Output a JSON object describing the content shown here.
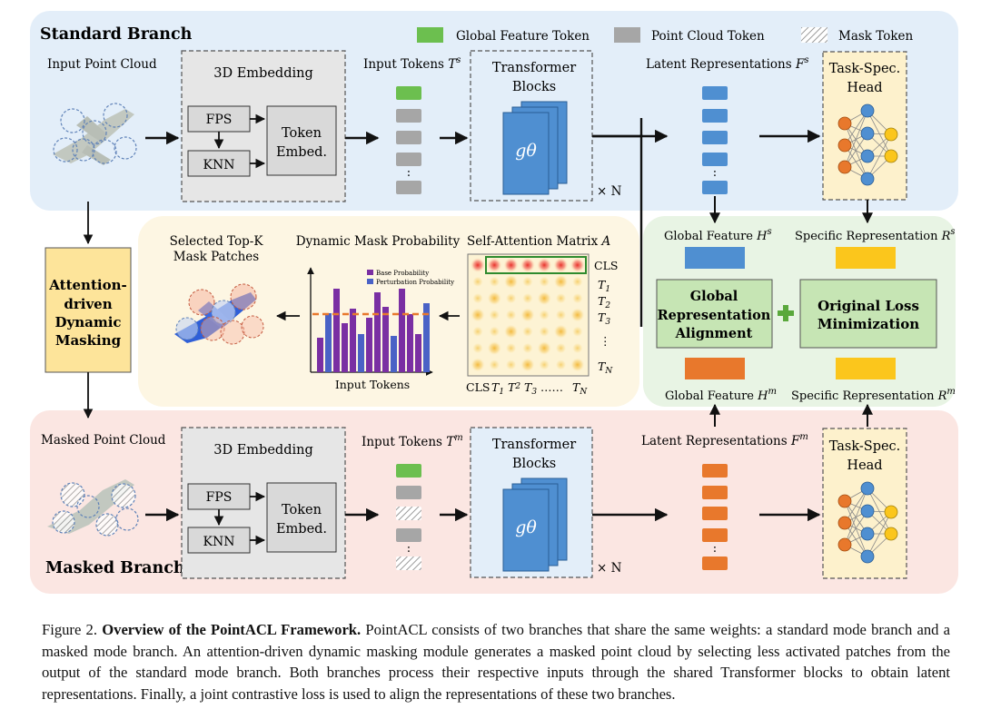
{
  "legend": {
    "global_feature_token": "Global Feature Token",
    "point_cloud_token": "Point Cloud Token",
    "mask_token": "Mask Token"
  },
  "standard_branch": {
    "title": "Standard Branch",
    "input_label": "Input Point Cloud",
    "embedding_title": "3D Embedding",
    "fps": "FPS",
    "knn": "KNN",
    "token_embed_1": "Token",
    "token_embed_2": "Embed.",
    "input_tokens_label": "Input Tokens",
    "input_tokens_sym": "T",
    "input_tokens_sup": "s",
    "transformer_1": "Transformer",
    "transformer_2": "Blocks",
    "g_theta": "gθ",
    "times_n": "× N",
    "latent_label": "Latent Representations",
    "latent_sym": "F",
    "latent_sup": "s",
    "head_1": "Task-Spec.",
    "head_2": "Head",
    "dots": ":"
  },
  "masked_branch": {
    "title": "Masked Branch",
    "input_label": "Masked Point Cloud",
    "embedding_title": "3D Embedding",
    "fps": "FPS",
    "knn": "KNN",
    "token_embed_1": "Token",
    "token_embed_2": "Embed.",
    "input_tokens_label": "Input Tokens",
    "input_tokens_sym": "T",
    "input_tokens_sup": "m",
    "transformer_1": "Transformer",
    "transformer_2": "Blocks",
    "g_theta": "gθ",
    "times_n": "× N",
    "latent_label": "Latent Representations",
    "latent_sym": "F",
    "latent_sup": "m",
    "head_1": "Task-Spec.",
    "head_2": "Head",
    "dots": ":"
  },
  "masking_module": {
    "box_1": "Attention-",
    "box_2": "driven",
    "box_3": "Dynamic",
    "box_4": "Masking",
    "topk_1": "Selected Top-K",
    "topk_2": "Mask Patches",
    "prob_title": "Dynamic Mask Probability",
    "bar_legend_base": "Base Probability",
    "bar_legend_perturb": "Perturbation Probability",
    "bar_xlabel": "Input Tokens",
    "attn_title": "Self-Attention Matrix",
    "attn_sym": "A",
    "row_labels": [
      "CLS",
      "T1",
      "T2",
      "T3",
      "⋮",
      "TN"
    ],
    "col_labels": [
      "CLS",
      "T1",
      "T2",
      "T3",
      "……",
      "TN"
    ]
  },
  "loss_module": {
    "global_feature_s": "Global Feature",
    "global_feature_s_sym": "H",
    "global_feature_s_sup": "s",
    "specific_rep_s": "Specific Representation",
    "specific_rep_s_sym": "R",
    "specific_rep_s_sup": "s",
    "global_align_1": "Global",
    "global_align_2": "Representation",
    "global_align_3": "Alignment",
    "plus": "+",
    "orig_loss_1": "Original Loss",
    "orig_loss_2": "Minimization",
    "global_feature_m": "Global Feature",
    "global_feature_m_sym": "H",
    "global_feature_m_sup": "m",
    "specific_rep_m": "Specific Representation",
    "specific_rep_m_sym": "R",
    "specific_rep_m_sup": "m"
  },
  "caption": {
    "prefix": "Figure 2.",
    "bold": "Overview of the PointACL Framework.",
    "text": "PointACL consists of two branches that share the same weights: a standard mode branch and a masked mode branch. An attention-driven dynamic masking module generates a masked point cloud by selecting less activated patches from the output of the standard mode branch. Both branches process their respective inputs through the shared Transformer blocks to obtain latent representations. Finally, a joint contrastive loss is used to align the representations of these two branches."
  },
  "colors": {
    "standard_bg": "#e3eef9",
    "masked_bg": "#fbe6e2",
    "masking_bg": "#fdf6e3",
    "loss_bg": "#e8f4e4",
    "global_token": "#6cbf4f",
    "point_token": "#a6a6a6",
    "latent_s": "#4f8fd1",
    "latent_m": "#e8782c",
    "transformer": "#4f8fd1",
    "masking_box": "#fde49a",
    "head_box": "#fdf1cc",
    "bar_base": "#7a2fa3",
    "bar_perturb": "#4a62c6",
    "dash_line": "#e8782c",
    "rep_yellow": "#fbc61c"
  }
}
